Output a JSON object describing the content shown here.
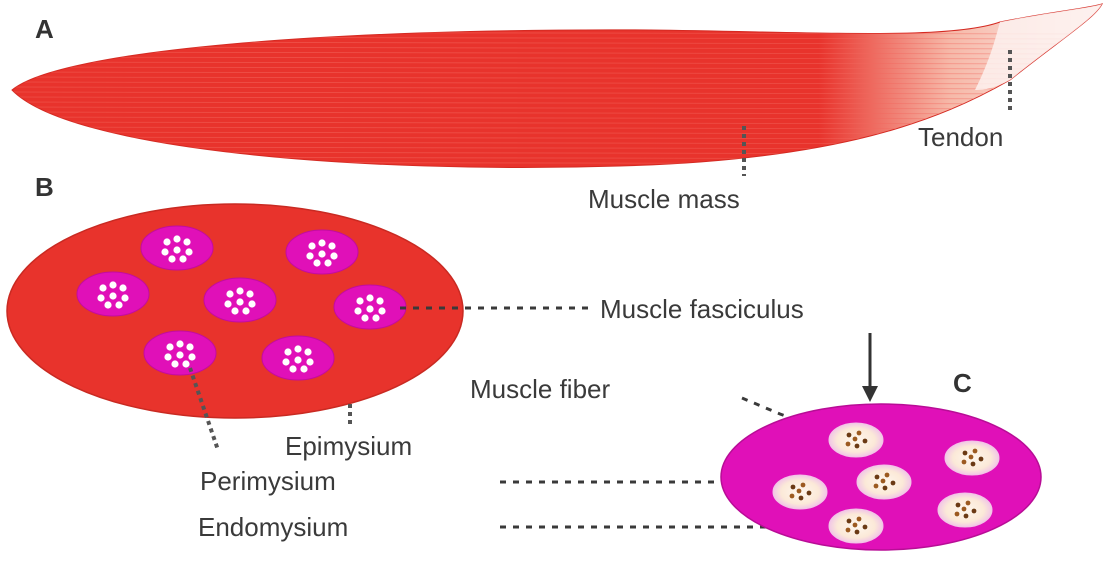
{
  "panels": {
    "a": "A",
    "b": "B",
    "c": "C"
  },
  "labels": {
    "tendon": "Tendon",
    "muscle_mass": "Muscle mass",
    "muscle_fasciculus": "Muscle fasciculus",
    "muscle_fiber": "Muscle fiber",
    "epimysium": "Epimysium",
    "perimysium": "Perimysium",
    "endomysium": "Endomysium"
  },
  "colors": {
    "muscle_red": "#e8332c",
    "fascicle_magenta": "#e010b8",
    "tendon_light": "#fbe3df",
    "fiber_center": "#fbe9d8",
    "nucleus": "#7a4a1a"
  }
}
